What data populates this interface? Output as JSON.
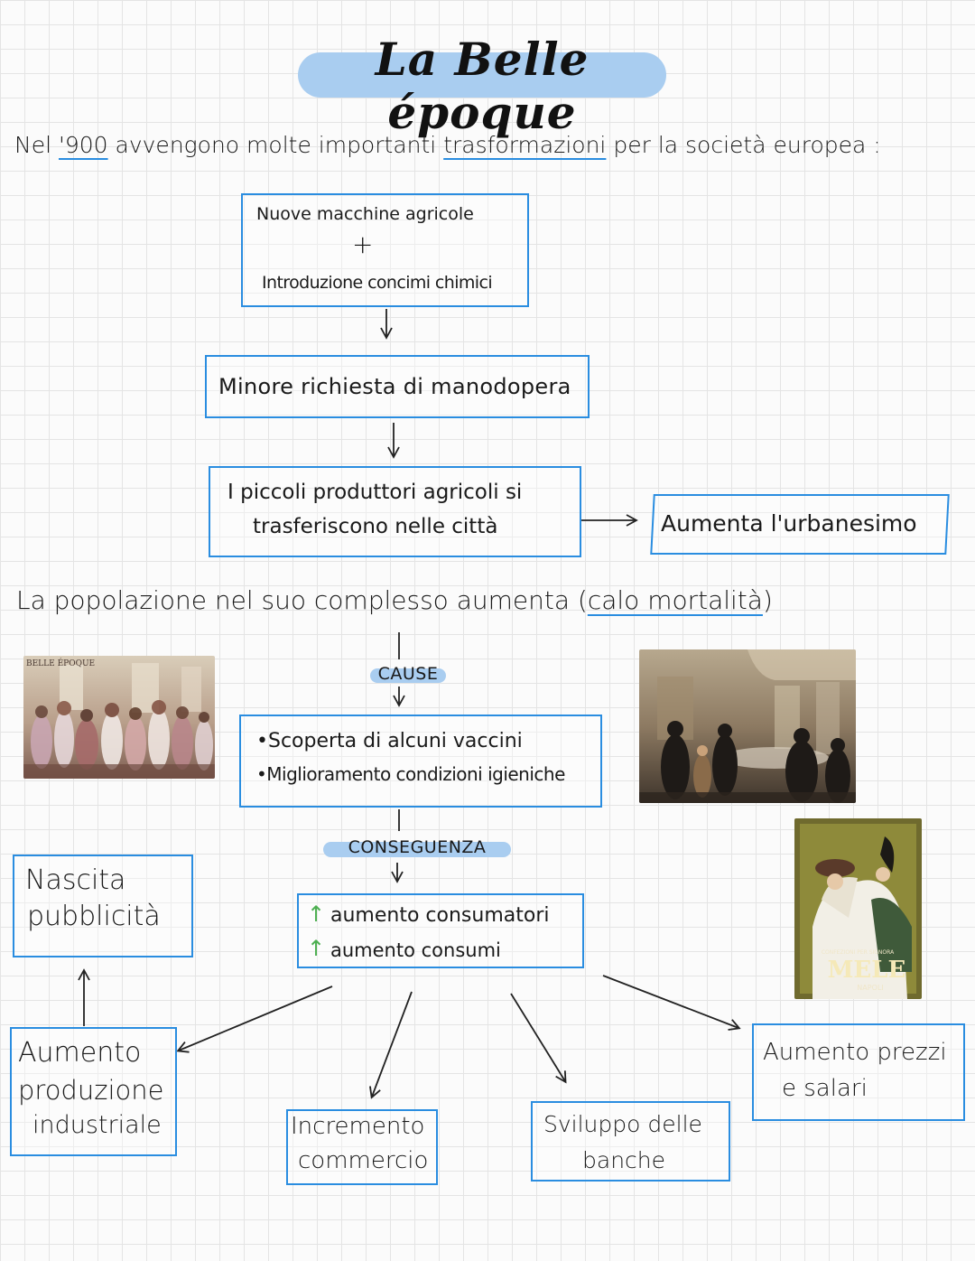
{
  "title": "La Belle époque",
  "intro": {
    "text_before": "Nel ",
    "year": "'900",
    "text_mid": " avvengono molte importanti ",
    "keyword": "trasformazioni",
    "text_after": " per la società europea :"
  },
  "box_machines": {
    "line1": "Nuove macchine agricole",
    "plus": "+",
    "line2": "Introduzione concimi chimici"
  },
  "box_labor": "Minore richiesta di manodopera",
  "box_farmers": {
    "line1": "I piccoli produttori agricoli si",
    "line2": "trasferiscono nelle città"
  },
  "box_urban": "Aumenta l'urbanesimo",
  "population": {
    "text": "La popolazione nel suo complesso aumenta ",
    "paren_open": "(",
    "keyword": "calo mortalità",
    "paren_close": ")"
  },
  "tag_causes": "CAUSE",
  "box_causes": {
    "line1": "•Scoperta di alcuni vaccini",
    "line2": "•Miglioramento condizioni igieniche"
  },
  "tag_consequence": "CONSEGUENZA",
  "box_consumers": {
    "arrow": "↑",
    "line1": "aumento consumatori",
    "line2": "aumento consumi"
  },
  "box_advertising": {
    "line1": "Nascita",
    "line2": "pubblicità"
  },
  "box_production": {
    "line1": "Aumento",
    "line2": "produzione",
    "line3": "industriale"
  },
  "box_commerce": {
    "line1": "Incremento",
    "line2": "commercio"
  },
  "box_banks": {
    "line1": "Sviluppo delle",
    "line2": "banche"
  },
  "box_prices": {
    "line1": "Aumento prezzi",
    "line2": "e salari"
  },
  "poster": {
    "line1": "CONFEZIONI PER SIGNORA",
    "brand": "MELE",
    "city": "NAPOLI"
  },
  "painting1_caption": "BELLE ÉPOQUE",
  "colors": {
    "box_border": "#2a8de0",
    "highlight": "#a9cdf0",
    "arrow_up": "#4caf50"
  }
}
